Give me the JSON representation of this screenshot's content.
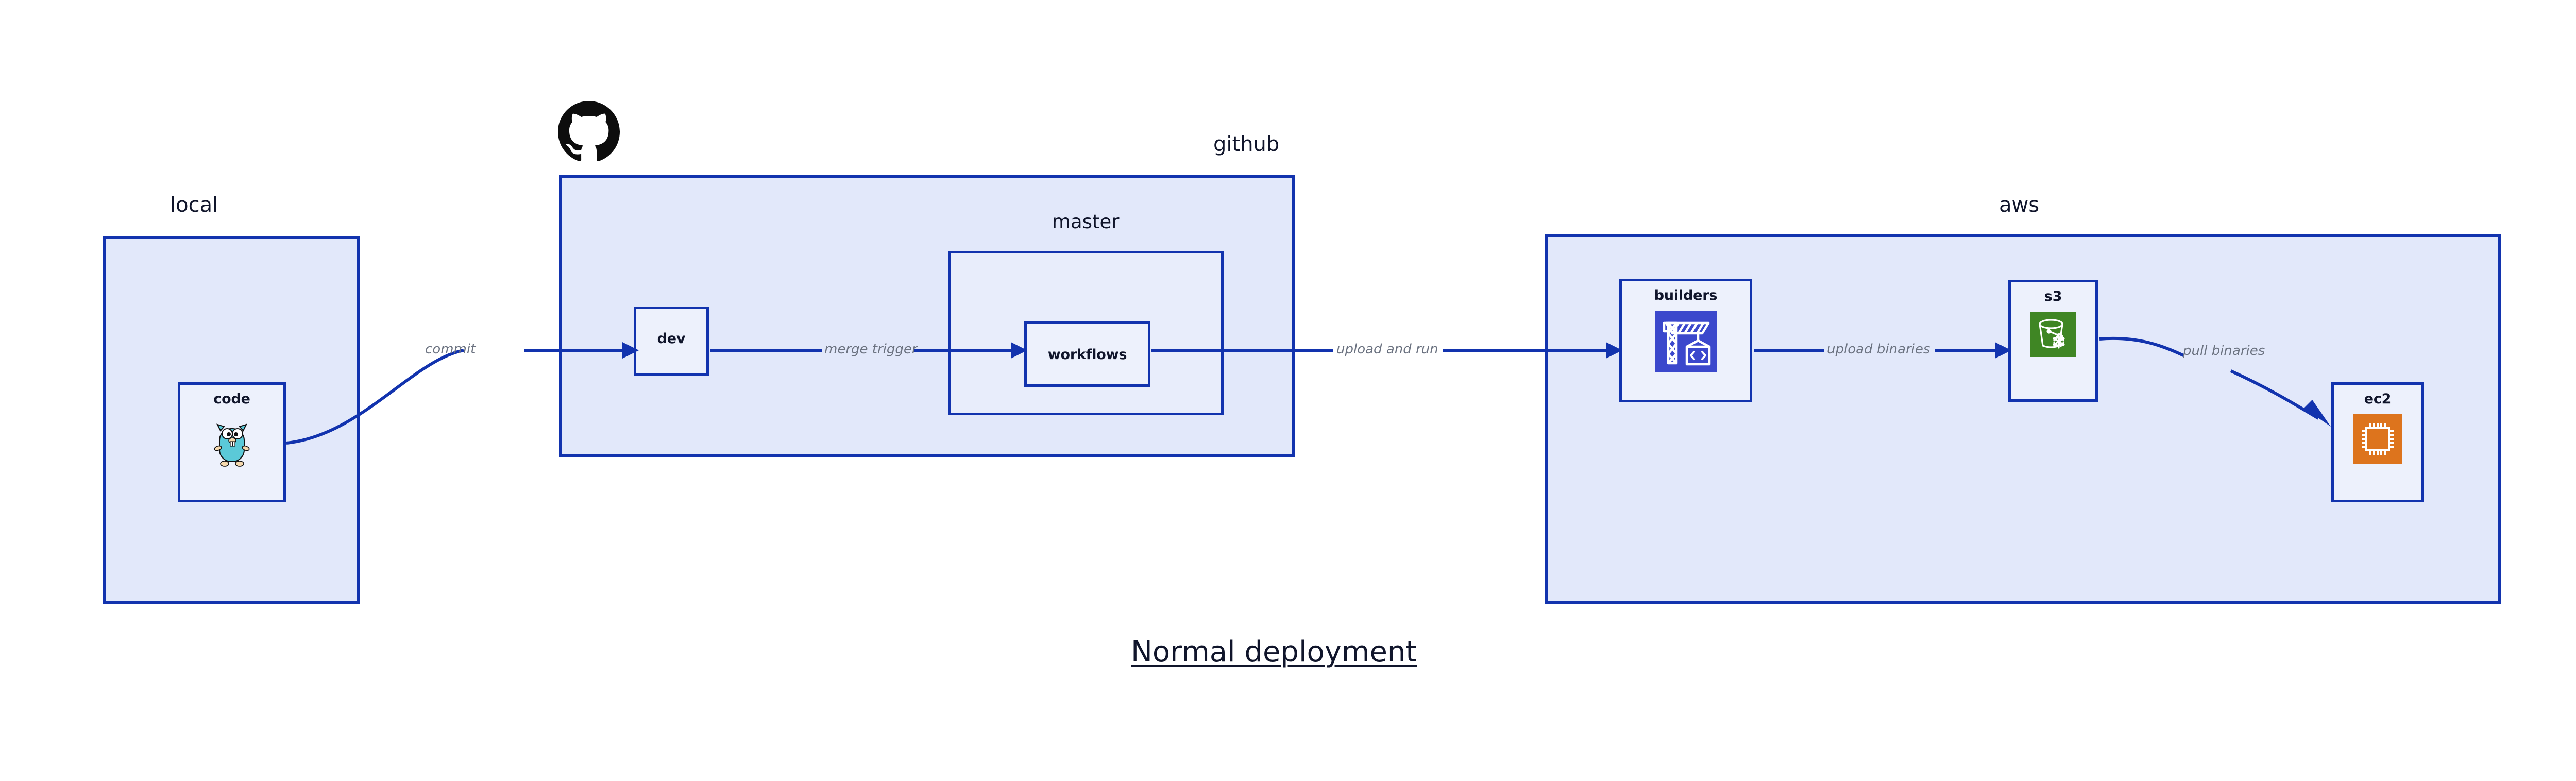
{
  "diagram": {
    "caption": "Normal deployment",
    "accent_color": "#1233ae",
    "zone_fill": "#e2e8fa",
    "node_fill": "#edf1fc",
    "label_color": "#10152b",
    "edge_label_color": "#6b7280"
  },
  "zones": [
    {
      "id": "local",
      "title": "local"
    },
    {
      "id": "github",
      "title": "github"
    },
    {
      "id": "aws",
      "title": "aws"
    }
  ],
  "subzones": [
    {
      "id": "master",
      "title": "master"
    }
  ],
  "nodes": [
    {
      "id": "code",
      "label": "code",
      "icon": "go-gopher-icon",
      "icon_color": "#5bc9d8"
    },
    {
      "id": "dev",
      "label": "dev",
      "icon": "none",
      "icon_color": ""
    },
    {
      "id": "workflows",
      "label": "workflows",
      "icon": "none",
      "icon_color": ""
    },
    {
      "id": "builders",
      "label": "builders",
      "icon": "aws-codebuild-icon",
      "icon_color": "#3b48cc"
    },
    {
      "id": "s3",
      "label": "s3",
      "icon": "aws-s3-glacier-icon",
      "icon_color": "#3f8624"
    },
    {
      "id": "ec2",
      "label": "ec2",
      "icon": "aws-ec2-icon",
      "icon_color": "#dd741d"
    }
  ],
  "edges": [
    {
      "id": "commit",
      "label": "commit",
      "from": "code",
      "to": "dev"
    },
    {
      "id": "merge-trigger",
      "label": "merge trigger",
      "from": "dev",
      "to": "workflows"
    },
    {
      "id": "upload-and-run",
      "label": "upload and run",
      "from": "workflows",
      "to": "builders"
    },
    {
      "id": "upload-binaries",
      "label": "upload binaries",
      "from": "builders",
      "to": "s3"
    },
    {
      "id": "pull-binaries",
      "label": "pull binaries",
      "from": "s3",
      "to": "ec2"
    }
  ],
  "icons": {
    "github_logo": "github-mark-icon"
  }
}
